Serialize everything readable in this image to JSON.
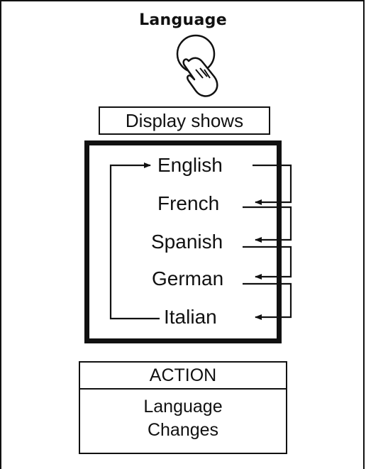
{
  "button": {
    "label": "Language",
    "icon": "finger-press-icon"
  },
  "display": {
    "label": "Display shows"
  },
  "languages": [
    "English",
    "French",
    "Spanish",
    "German",
    "Italian"
  ],
  "action": {
    "heading": "ACTION",
    "line1": "Language",
    "line2": "Changes"
  }
}
